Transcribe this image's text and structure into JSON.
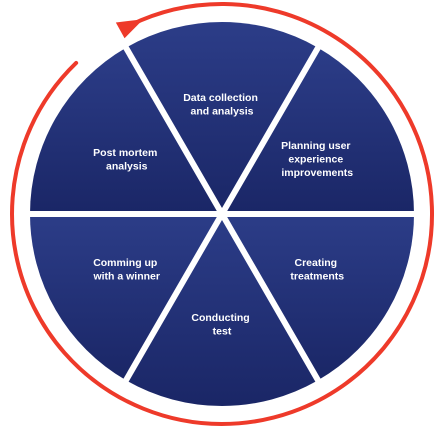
{
  "colors": {
    "segment_top": "#2c3d88",
    "segment_bottom": "#1a2666",
    "divider": "#ffffff",
    "cycle_arrow": "#ee3a2a",
    "label_text": "#ffffff"
  },
  "cycle": {
    "direction": "clockwise",
    "arrow_icon": "arrowhead-icon"
  },
  "segments": [
    {
      "id": "data-collection",
      "lines": [
        "Data collection",
        "and analysis"
      ]
    },
    {
      "id": "planning",
      "lines": [
        "Planning user",
        "experience",
        "improvements"
      ]
    },
    {
      "id": "creating-treatments",
      "lines": [
        "Creating",
        "treatments"
      ]
    },
    {
      "id": "conducting-test",
      "lines": [
        "Conducting",
        "test"
      ]
    },
    {
      "id": "comming-up",
      "lines": [
        "Comming up",
        "with a winner"
      ]
    },
    {
      "id": "post-mortem",
      "lines": [
        "Post mortem",
        "analysis"
      ]
    }
  ]
}
